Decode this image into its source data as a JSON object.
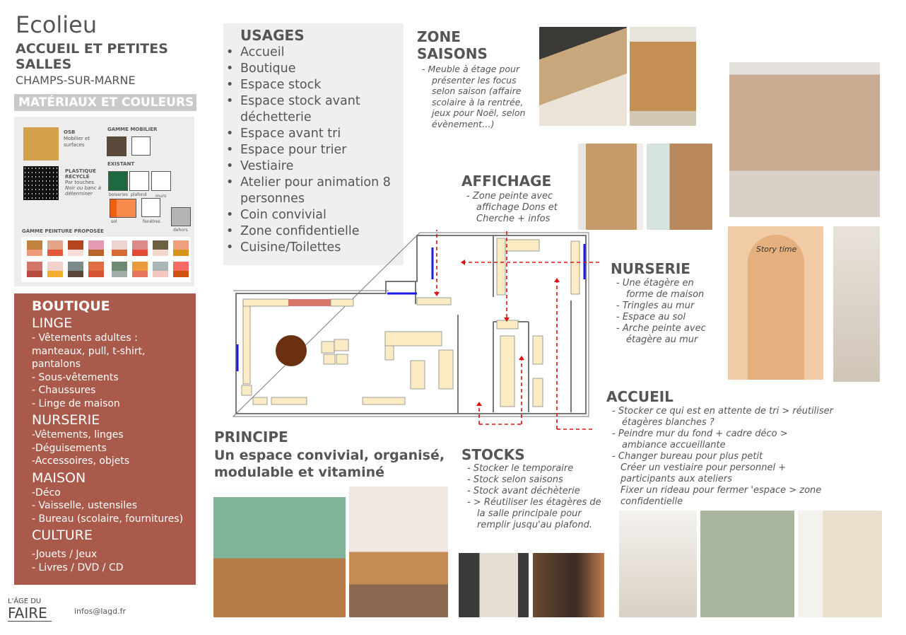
{
  "header": {
    "title": "Ecolieu",
    "subtitle": "ACCUEIL ET PETITES SALLES",
    "city": "CHAMPS-SUR-MARNE",
    "materials_bar": "MATÉRIAUX ET COULEURS"
  },
  "materials": {
    "osb_title": "OSB",
    "osb_desc": "Mobilier et surfaces",
    "plastic_title": "PLASTIQUE RECYCLÉ",
    "plastic_desc": "Par touches",
    "plastic_note": "Noir ou banc à déterminer",
    "gamme_mobilier": "GAMME MOBILIER",
    "existant": "EXISTANT",
    "labels": [
      "boiseries",
      "plafond",
      "murs",
      "sol",
      "fenêtres",
      "dehors"
    ],
    "peinture": "GAMME PEINTURE PROPOSÉE",
    "palette": [
      [
        "#c0823e",
        "#ef9a78"
      ],
      [
        "#e4a488",
        "#e25a3b"
      ],
      [
        "#b5441f",
        "#f6dcd6"
      ],
      [
        "#e49ab0",
        "#b9652b"
      ],
      [
        "#eed4d0",
        "#d86a36"
      ],
      [
        "#dd8b88",
        "#e24a36"
      ],
      [
        "#6c6040",
        "#f3d6cc"
      ],
      [
        "#ef9e7e",
        "#d9941e"
      ],
      [
        "#d3766a",
        "#b54b3c"
      ],
      [
        "#f2d1cc",
        "#f1ae2e"
      ],
      [
        "#7a8a8a",
        "#594537"
      ],
      [
        "#df6f43",
        "#d65534"
      ],
      [
        "#6e8a72",
        "#a3aca7"
      ],
      [
        "#ec9b3a",
        "#e8765e"
      ],
      [
        "#a8b7b5",
        "#f4c7c0"
      ],
      [
        "#f66b63",
        "#cf5212"
      ]
    ]
  },
  "boutique": {
    "title": "BOUTIQUE",
    "sections": [
      {
        "name": "LINGE",
        "items": [
          "- Vêtements adultes : manteaux, pull, t-shirt, pantalons",
          "- Sous-vêtements",
          "- Chaussures",
          "- Linge de maison"
        ]
      },
      {
        "name": "NURSERIE",
        "items": [
          "-Vêtements, linges",
          "-Déguisements",
          "-Accessoires, objets"
        ]
      },
      {
        "name": "MAISON",
        "items": [
          "-Déco",
          "- Vaisselle, ustensiles",
          "- Bureau (scolaire, fournitures)"
        ]
      },
      {
        "name": "CULTURE",
        "items": [
          "-Jouets / Jeux",
          "- Livres / DVD / CD"
        ]
      }
    ]
  },
  "footer": {
    "logo_top": "L'ÂGE DU",
    "logo_bottom": "FAIRE",
    "email": "infos@lagd.fr"
  },
  "usages": {
    "title": "USAGES",
    "items": [
      "Accueil",
      "Boutique",
      "Espace stock",
      "Espace stock avant déchetterie",
      "Espace avant tri",
      "Espace pour trier",
      "Vestiaire",
      "Atelier pour animation 8 personnes",
      "Coin convivial",
      "Zone confidentielle",
      "Cuisine/Toilettes"
    ]
  },
  "zone_saisons": {
    "title1": "ZONE",
    "title2": "SAISONS",
    "text": "Meuble à étage pour présenter les focus selon saison (affaire scolaire à la rentrée, jeux pour Noël, selon évènement…)"
  },
  "affichage": {
    "title": "AFFICHAGE",
    "text": "Zone peinte avec affichage Dons et Cherche + infos"
  },
  "nurserie": {
    "title": "NURSERIE",
    "items": [
      "Une étagère en forme de maison",
      "Tringles au mur",
      "Espace au sol",
      "Arche peinte avec étagère au mur"
    ]
  },
  "accueil": {
    "title": "ACCUEIL",
    "items": [
      "Stocker ce qui est en attente de tri > réutiliser étagères blanches ?",
      "Peindre mur du fond + cadre déco > ambiance accueillante",
      "Changer bureau pour plus petit"
    ],
    "extra": [
      "Créer un vestiaire pour personnel + participants aux ateliers",
      "Fixer un rideau pour fermer 'espace > zone confidentielle"
    ]
  },
  "principe": {
    "title": "PRINCIPE",
    "subtitle": "Un espace convivial, organisé, modulable et vitaminé"
  },
  "stocks": {
    "title": "STOCKS",
    "items": [
      "Stocker le temporaire",
      "Stock selon saisons",
      "Stock avant déchèterie",
      "> Réutiliser les étagères de la salle principale pour remplir jusqu'au plafond."
    ]
  },
  "photo_text": {
    "story": "Story time"
  }
}
